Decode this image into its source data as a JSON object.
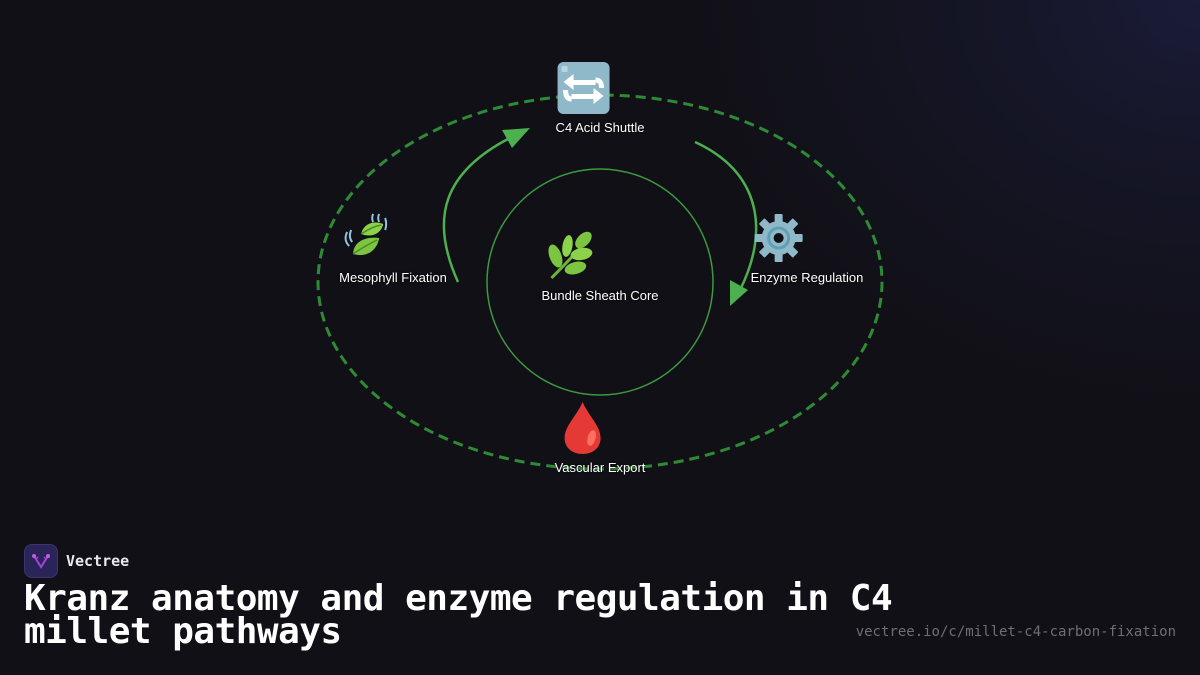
{
  "diagram": {
    "center": {
      "label": "Bundle Sheath Core",
      "icon": "herb-icon",
      "glyph": "🌿"
    },
    "nodes": [
      {
        "id": "top",
        "label": "C4 Acid Shuttle",
        "icon": "cycle-arrows-icon",
        "glyph": "🔄"
      },
      {
        "id": "right",
        "label": "Enzyme Regulation",
        "icon": "gear-icon",
        "glyph": "⚙️"
      },
      {
        "id": "bottom",
        "label": "Vascular Export",
        "icon": "droplet-icon",
        "glyph": "🩸"
      },
      {
        "id": "left",
        "label": "Mesophyll Fixation",
        "icon": "leaf-fluttering-icon",
        "glyph": "🍃"
      }
    ],
    "colors": {
      "ring_dashed": "#2e8b35",
      "inner_circle": "#3a9a40",
      "arrows": "#4caf50",
      "background": "#111016"
    }
  },
  "footer": {
    "brand": "Vectree",
    "title": "Kranz anatomy and enzyme regulation in C4 millet pathways",
    "url": "vectree.io/c/millet-c4-carbon-fixation"
  }
}
